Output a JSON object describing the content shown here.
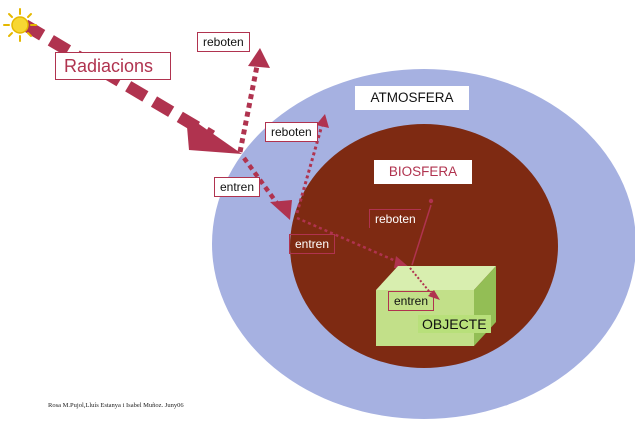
{
  "labels": {
    "radiacions": "Radiacions",
    "atmosfera": "ATMOSFERA",
    "biosfera": "BIOSFERA",
    "objecte": "OBJECTE",
    "rebote_1": "reboten",
    "rebote_2": "reboten",
    "rebote_3": "reboten",
    "entren_1": "entren",
    "entren_2": "entren",
    "entren_3": "entren"
  },
  "credits": "Rosa M.Pujol,Lluís Estanya i Isabel Muñoz. Juny06",
  "colors": {
    "atmosphere": "#a6b1e1",
    "biosphere": "#7e2a12",
    "arrow": "#b0334f",
    "object_front": "#c2e089",
    "object_top": "#d8eeaf",
    "object_side": "#93be55",
    "sun": "#f7d733"
  },
  "icons": {
    "sun": "sun-icon"
  }
}
